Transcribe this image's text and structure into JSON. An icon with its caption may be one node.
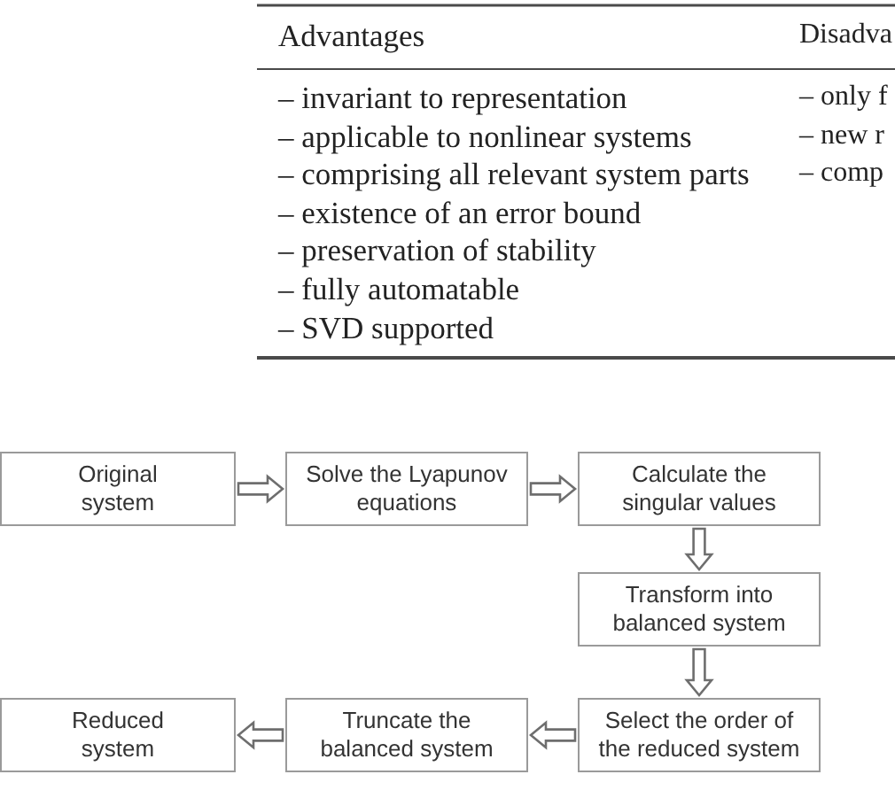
{
  "diagram": {
    "nodes": [
      {
        "text": [
          "Original system"
        ]
      },
      {
        "text": [
          "Solve the Lyapunov equations"
        ]
      },
      {
        "text": [
          "Calculate the singular values"
        ]
      },
      {
        "text": [
          "Transform into balanced system"
        ]
      },
      {
        "text": [
          "Select the order of the reduced system"
        ]
      },
      {
        "text": [
          "Truncate the balanced system"
        ]
      },
      {
        "text": [
          "Reduced system"
        ]
      }
    ],
    "edges": [
      {
        "from": 0,
        "to": 1,
        "arrow": "to"
      },
      {
        "from": 1,
        "to": 2,
        "arrow": "to"
      },
      {
        "from": 2,
        "to": 3,
        "arrow": "to"
      },
      {
        "from": 3,
        "to": 4,
        "arrow": "to"
      },
      {
        "from": 4,
        "to": 5,
        "arrow": "to"
      },
      {
        "from": 5,
        "to": 6,
        "arrow": "to"
      }
    ],
    "labels": [
      "Advantages",
      "Disadva",
      "– invariant to representation",
      "– only f",
      "– applicable to nonlinear systems",
      "– new r",
      "– comprising all relevant system parts",
      "– comp",
      "– existence of an error bound",
      "– preservation of stability",
      "– fully automatable",
      "– SVD supported"
    ]
  }
}
